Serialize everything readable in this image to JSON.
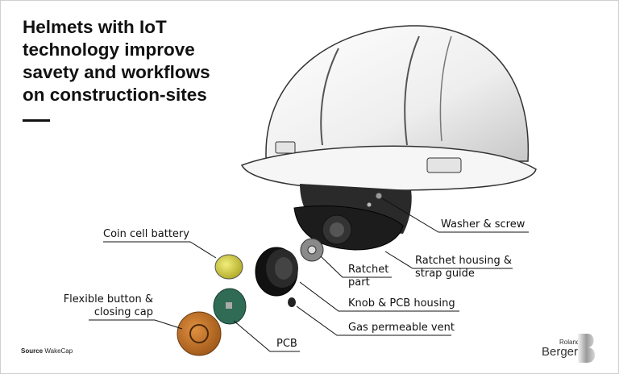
{
  "title": {
    "lines": [
      "Helmets with IoT",
      "technology improve",
      "savety and workflows",
      "on construction-sites"
    ]
  },
  "labels": {
    "coin_cell_battery": "Coin cell battery",
    "flexible_button_line1": "Flexible button &",
    "flexible_button_line2": "closing cap",
    "pcb": "PCB",
    "gas_vent": "Gas permeable vent",
    "knob_housing": "Knob & PCB housing",
    "ratchet_line1": "Ratchet",
    "ratchet_line2": "part",
    "ratchet_housing_line1": "Ratchet housing &",
    "ratchet_housing_line2": "strap guide",
    "washer_screw": "Washer & screw"
  },
  "source": {
    "label": "Source",
    "value": "WakeCap"
  },
  "logo": {
    "roland": "Roland",
    "berger": "Berger",
    "mark": "B"
  },
  "colors": {
    "button_cap": "#c7711f",
    "battery": "#d8d43a",
    "pcb": "#2f6b55",
    "text": "#111111"
  }
}
